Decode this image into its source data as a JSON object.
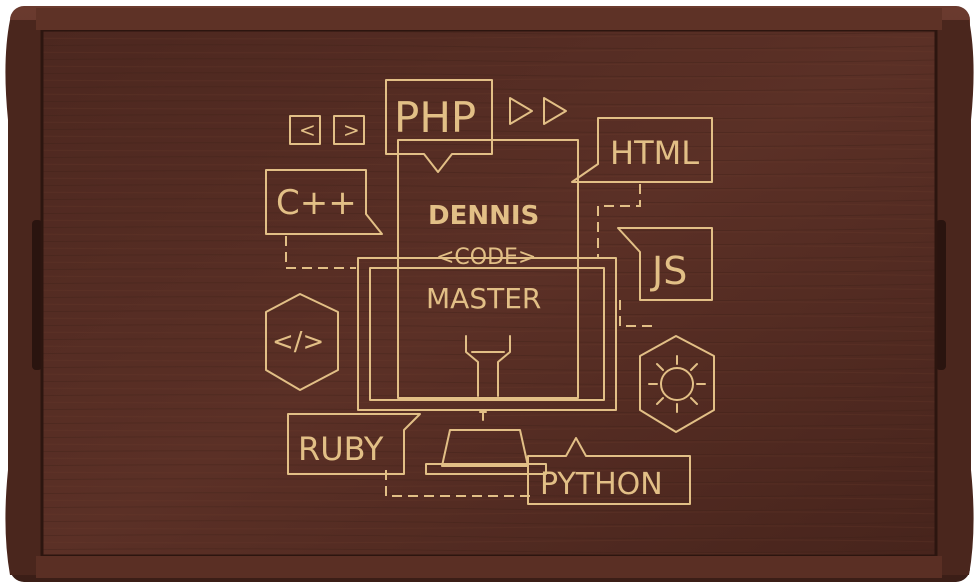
{
  "engraving": {
    "name": "DENNIS",
    "code": "<CODE>",
    "title": "MASTER",
    "labels": {
      "php": "PHP",
      "html": "HTML",
      "cpp": "C++",
      "js": "JS",
      "ruby": "RUBY",
      "python": "PYTHON"
    },
    "symbols": {
      "code_tag": "</>",
      "angle_left": "<",
      "angle_right": ">"
    }
  },
  "colors": {
    "wood_dark": "#3a1d17",
    "wood_mid": "#5a2f25",
    "wood_light": "#6e3b2d",
    "engrave": "#e2bf86"
  },
  "icons": [
    "play-icon",
    "gear-icon",
    "wrench-icon",
    "monitor-icon",
    "code-tag-icon",
    "arrow-brackets-icon"
  ]
}
